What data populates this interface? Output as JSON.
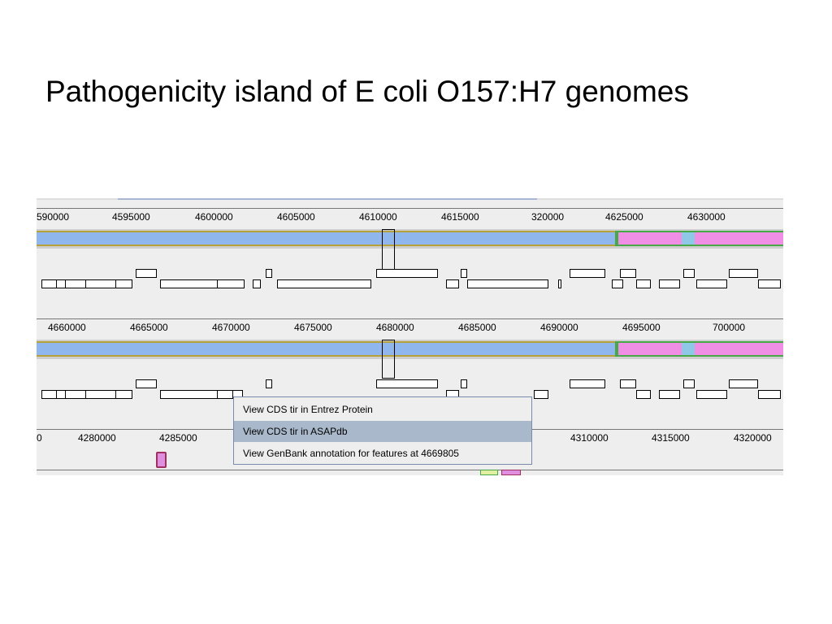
{
  "slide": {
    "title": "Pathogenicity island of E coli O157:H7 genomes"
  },
  "panels": [
    {
      "ticks": [
        "590000",
        "4595000",
        "4600000",
        "4605000",
        "4610000",
        "4615000",
        "320000",
        "4625000",
        "4630000"
      ]
    },
    {
      "ticks": [
        "4660000",
        "4665000",
        "4670000",
        "4675000",
        "4680000",
        "4685000",
        "4690000",
        "4695000",
        "700000"
      ]
    },
    {
      "ticks": [
        "0",
        "4280000",
        "4285000",
        "4310000",
        "4315000",
        "4320000"
      ]
    }
  ],
  "context_menu": {
    "items": [
      {
        "label": "View CDS tir in Entrez Protein",
        "selected": false
      },
      {
        "label": "View CDS tir in ASAPdb",
        "selected": true
      },
      {
        "label": "View GenBank annotation for features at 4669805",
        "selected": false
      }
    ]
  },
  "colors": {
    "conserved_segment": "#8fb7ee",
    "island_segment": "#f08ee6",
    "boundary": "#46a846",
    "menu_highlight": "#a9b9cb"
  }
}
